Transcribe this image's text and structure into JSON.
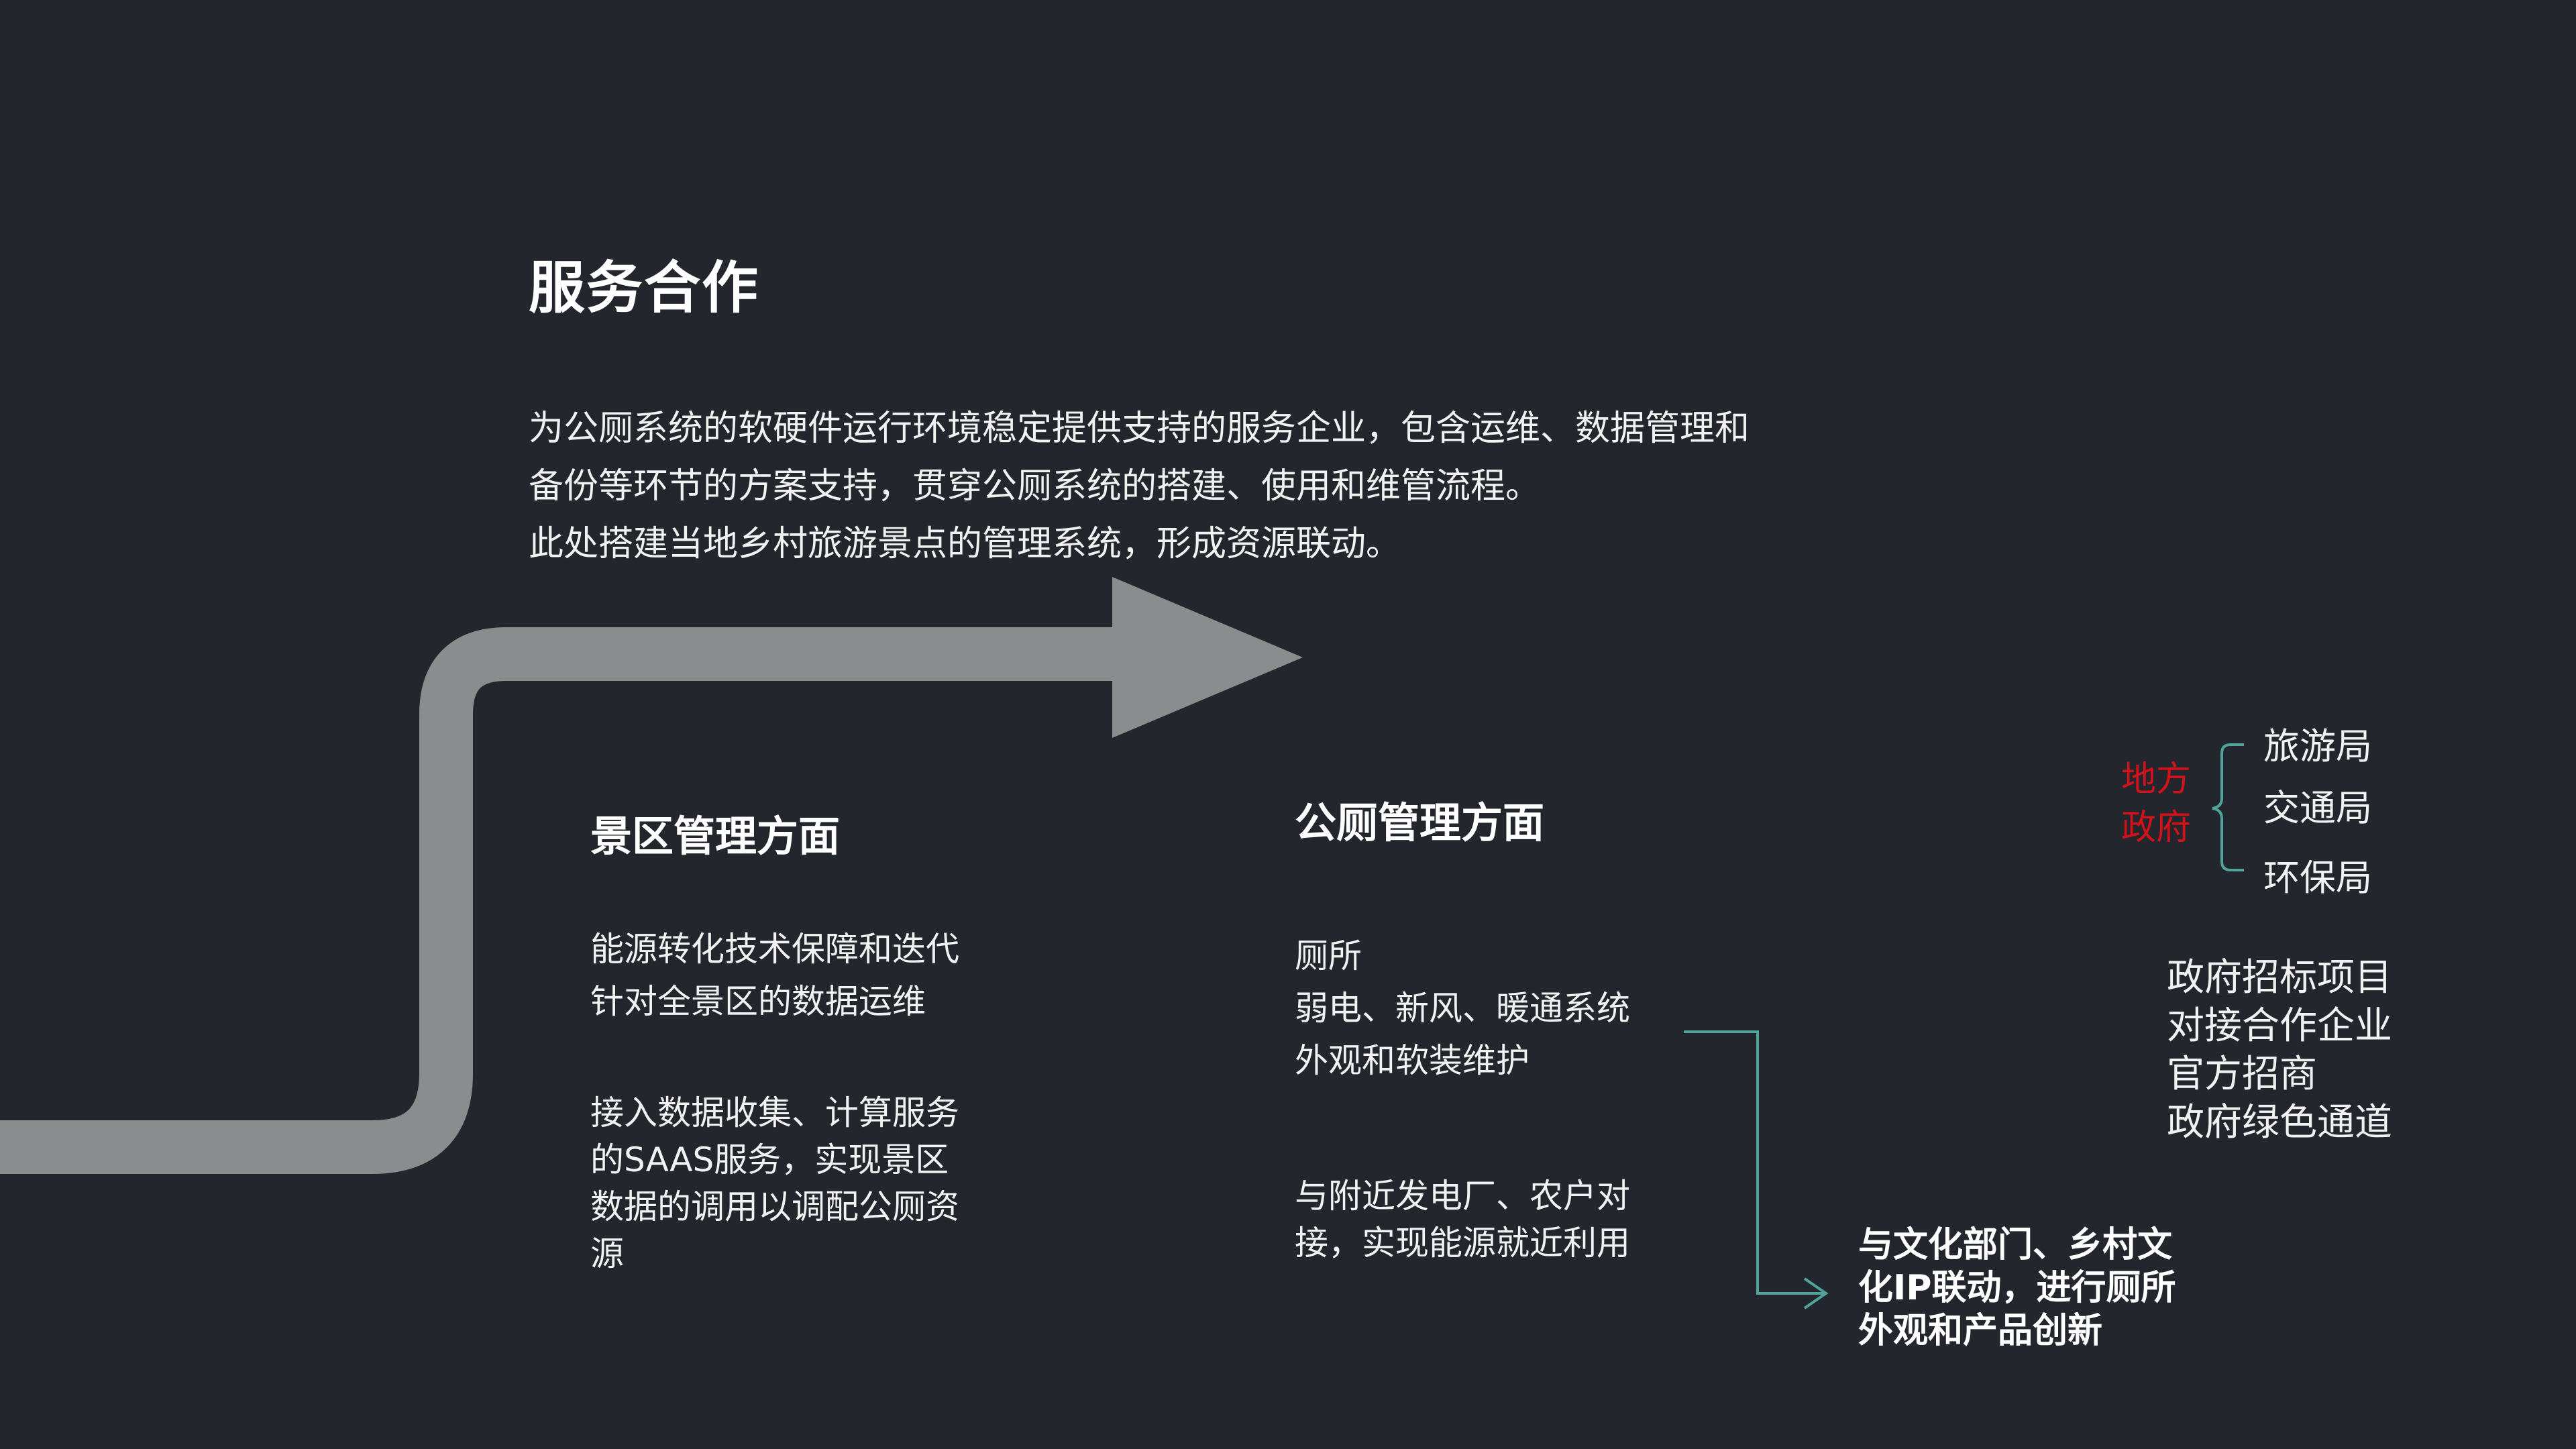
{
  "title": "服务合作",
  "intro": {
    "line1": "为公厕系统的软硬件运行环境稳定提供支持的服务企业，包含运维、数据管理和",
    "line2": "备份等环节的方案支持，贯穿公厕系统的搭建、使用和维管流程。",
    "line3": "此处搭建当地乡村旅游景点的管理系统，形成资源联动。"
  },
  "scenic": {
    "heading": "景区管理方面",
    "block1": [
      "能源转化技术保障和迭代",
      "针对全景区的数据运维"
    ],
    "block2": [
      "接入数据收集、计算服务",
      "的SAAS服务，实现景区",
      "数据的调用以调配公厕资",
      "源"
    ]
  },
  "toilet": {
    "heading": "公厕管理方面",
    "block1": [
      "厕所",
      "弱电、新风、暖通系统",
      "外观和软装维护"
    ],
    "block2": [
      "与附近发电厂、农户对",
      "接，实现能源就近利用"
    ]
  },
  "government": {
    "label": [
      "地方",
      "政府"
    ],
    "bureaus": [
      "旅游局",
      "交通局",
      "环保局"
    ],
    "items": [
      "政府招标项目",
      "对接合作企业",
      "官方招商",
      "政府绿色通道"
    ]
  },
  "culture": [
    "与文化部门、乡村文",
    "化IP联动，进行厕所",
    "外观和产品创新"
  ],
  "colors": {
    "background": "#23262d",
    "arrow": "#8b8c8e",
    "connector": "#4fa59c",
    "government_label": "#d0121b",
    "text": "#ffffff"
  }
}
